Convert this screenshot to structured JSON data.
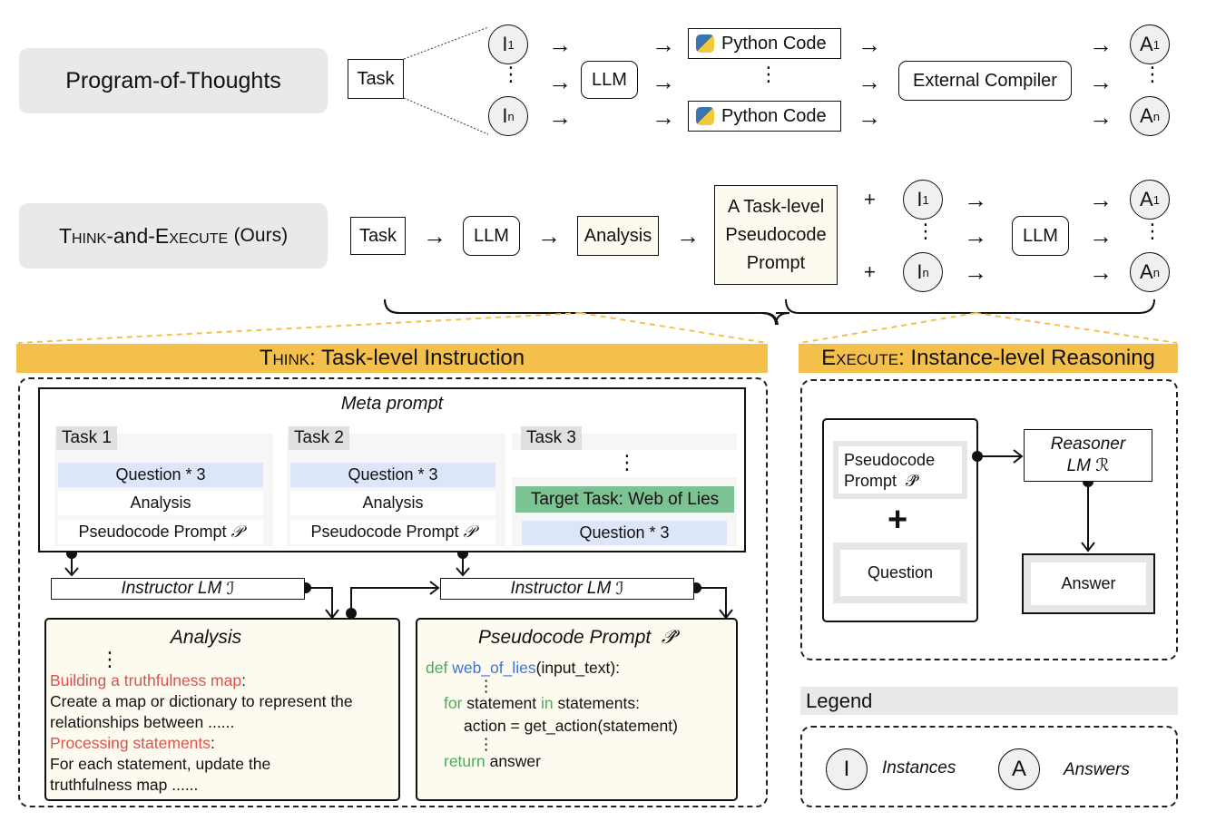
{
  "pot": {
    "label": "Program-of-Thoughts",
    "task": "Task",
    "instance_first": "I",
    "instance_first_sub": "1",
    "instance_last": "I",
    "instance_last_sub": "n",
    "llm": "LLM",
    "code1": "Python Code",
    "code2": "Python Code",
    "compiler": "External Compiler",
    "answer_first": "A",
    "answer_first_sub": "1",
    "answer_last": "A",
    "answer_last_sub": "n"
  },
  "tae": {
    "label_think": "Think",
    "label_and": "-and-",
    "label_execute": "Execute",
    "label_ours": "(Ours)",
    "task": "Task",
    "llm": "LLM",
    "analysis": "Analysis",
    "prompt_line1": "A Task-level",
    "prompt_line2": "Pseudocode",
    "prompt_line3": "Prompt",
    "plus": "+",
    "instance_first": "I",
    "instance_first_sub": "1",
    "instance_last": "I",
    "instance_last_sub": "n",
    "llm2": "LLM",
    "answer_first": "A",
    "answer_first_sub": "1",
    "answer_last": "A",
    "answer_last_sub": "n"
  },
  "think": {
    "banner_sc": "Think",
    "banner_rest": ": Task-level Instruction",
    "meta_prompt": "Meta prompt",
    "tasks": [
      {
        "label": "Task 1",
        "question": "Question * 3",
        "analysis": "Analysis",
        "pseudocode": "Pseudocode Prompt"
      },
      {
        "label": "Task 2",
        "question": "Question * 3",
        "analysis": "Analysis",
        "pseudocode": "Pseudocode Prompt"
      }
    ],
    "task3_label": "Task 3",
    "target_task": "Target Task: Web of Lies",
    "target_question": "Question * 3",
    "instructor1": "Instructor LM",
    "instructor2": "Instructor LM",
    "analysis_title": "Analysis",
    "analysis_heading1": "Building a truthfulness map",
    "analysis_text1": "Create a map or dictionary to represent the relationships between ......",
    "analysis_heading2": "Processing statements",
    "analysis_text2": "For each statement, update the truthfulness map ......",
    "colon": ":",
    "pseudo_title": "Pseudocode Prompt",
    "code_def": "def",
    "code_fn": "web_of_lies",
    "code_args": "(input_text):",
    "code_for": "for",
    "code_statement": " statement ",
    "code_in": "in",
    "code_statements": " statements:",
    "code_action": "action = get_action(statement)",
    "code_return": "return",
    "code_answer": " answer"
  },
  "execute": {
    "banner_sc": "Execute",
    "banner_rest": ": Instance-level Reasoning",
    "pseudocode_line1": "Pseudocode",
    "pseudocode_line2": "Prompt",
    "plus": "+",
    "question": "Question",
    "reasoner_line1": "Reasoner",
    "reasoner_line2": "LM",
    "answer": "Answer"
  },
  "legend": {
    "title": "Legend",
    "instances_symbol": "I",
    "instances_label": "Instances",
    "answers_symbol": "A",
    "answers_label": "Answers"
  },
  "colors": {
    "banner": "#f4c04c",
    "question_row": "#dce6f8",
    "target_task": "#7dc293",
    "analysis_red": "#d9534f",
    "code_green": "#4caa5a",
    "code_blue": "#3f73d6"
  }
}
